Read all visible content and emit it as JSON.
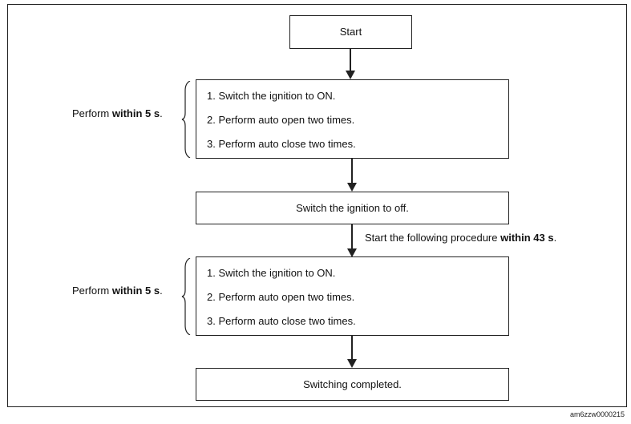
{
  "nodes": {
    "start": "Start",
    "group1": {
      "side_prefix": "Perform",
      "side_bold": "within 5 s",
      "side_suffix": ".",
      "steps": [
        "1. Switch the ignition  to ON.",
        "2. Perform auto open two times.",
        "3. Perform auto close two times."
      ]
    },
    "ignition_off": "Switch the ignition  to off.",
    "transition_note": {
      "prefix": "Start the following procedure",
      "bold": "within 43 s",
      "suffix": "."
    },
    "group2": {
      "side_prefix": "Perform",
      "side_bold": "within 5 s",
      "side_suffix": ".",
      "steps": [
        "1. Switch the ignition  to ON.",
        "2. Perform auto open two times.",
        "3. Perform auto close two times."
      ]
    },
    "end": "Switching completed."
  },
  "figure_id": "am6zzw0000215"
}
